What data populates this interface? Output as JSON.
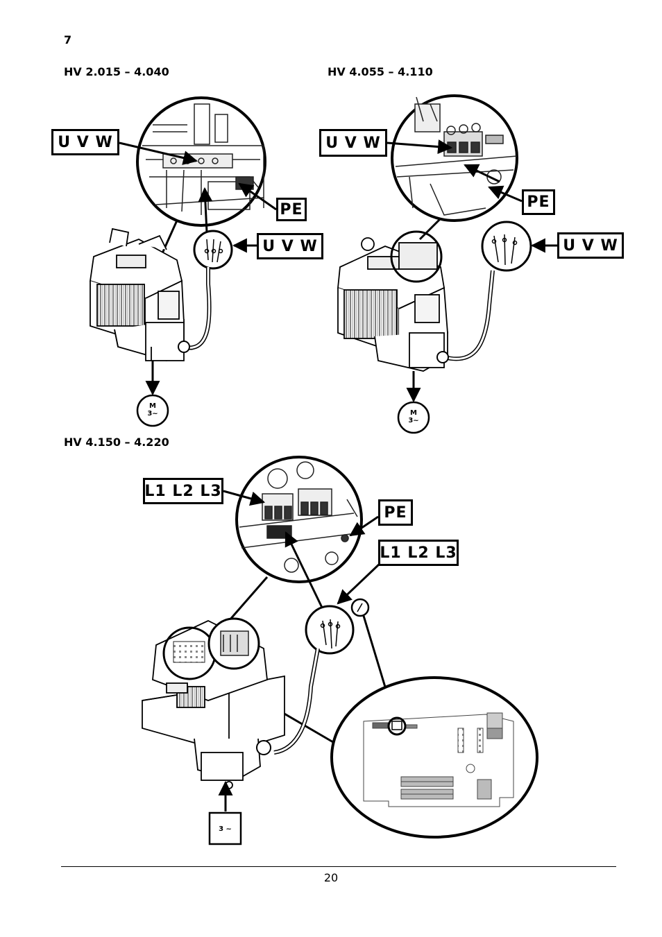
{
  "section_number": "7",
  "figures": [
    {
      "title": "HV 2.015 – 4.040",
      "labels": {
        "uvw_top": "U V W",
        "pe": "PE",
        "uvw_cable": "U V W"
      },
      "motor_symbol": {
        "line1": "M",
        "line2": "3~"
      }
    },
    {
      "title": "HV 4.055 – 4.110",
      "labels": {
        "uvw_top": "U V W",
        "pe": "PE",
        "uvw_cable": "U V W"
      },
      "motor_symbol": {
        "line1": "M",
        "line2": "3~"
      }
    },
    {
      "title": "HV 4.150 – 4.220",
      "labels": {
        "l123_top": "L1 L2 L3",
        "pe": "PE",
        "l123_cable": "L1 L2 L3"
      },
      "supply_symbol": "3 ~"
    }
  ],
  "page_number": "20"
}
